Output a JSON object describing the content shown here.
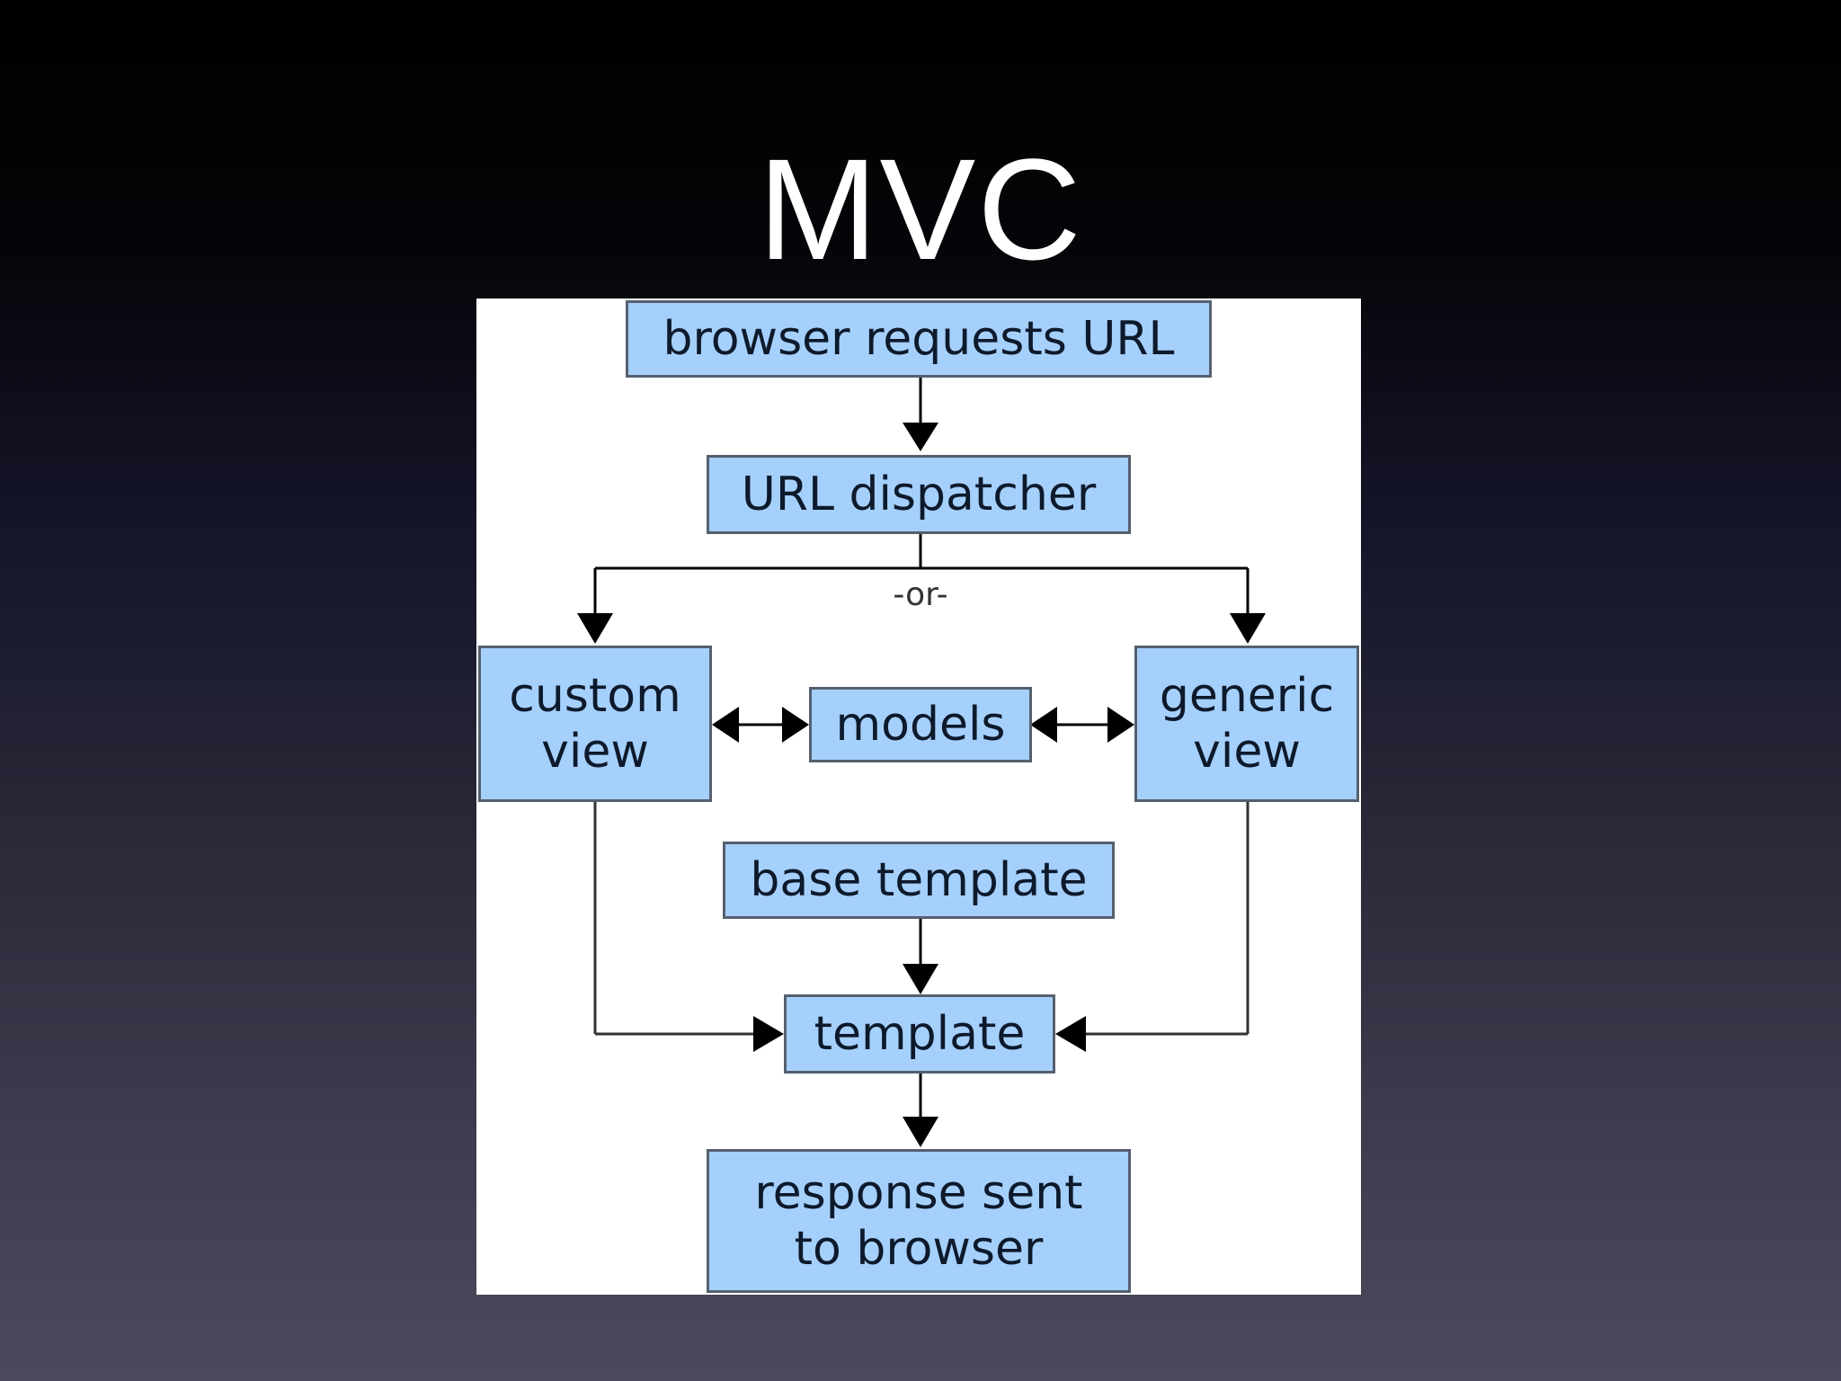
{
  "slide": {
    "title": "MVC"
  },
  "diagram": {
    "nodes": {
      "browser_requests_url": "browser requests URL",
      "url_dispatcher": "URL dispatcher",
      "custom_view": "custom\nview",
      "models": "models",
      "generic_view": "generic\nview",
      "base_template": "base template",
      "template": "template",
      "response_sent": "response sent\nto browser"
    },
    "edge_labels": {
      "or": "-or-"
    }
  },
  "colors": {
    "node_fill": "#a6d0fc",
    "node_border": "#55606e",
    "edge": "#000000",
    "title": "#ffffff"
  }
}
